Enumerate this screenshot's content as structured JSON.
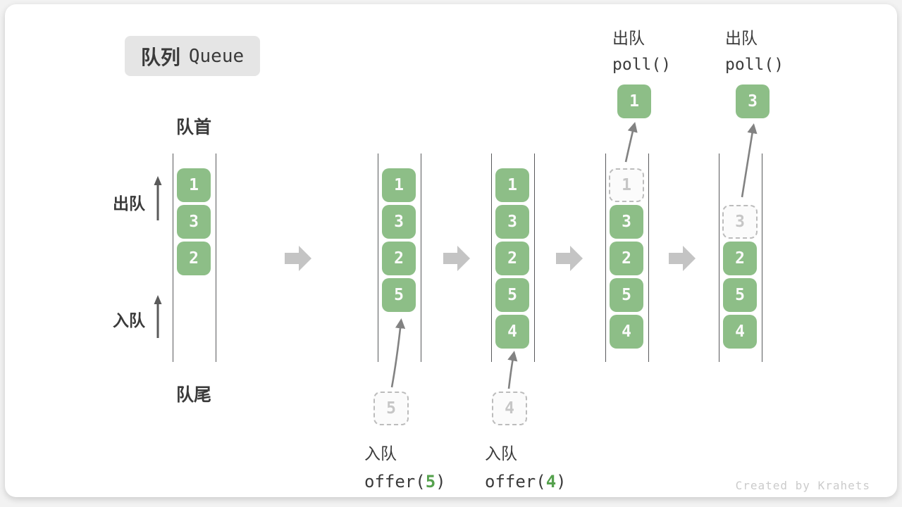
{
  "title": {
    "badge_zh": "队列",
    "badge_en": "Queue"
  },
  "side_labels": {
    "front": "队首",
    "rear": "队尾",
    "dequeue": "出队",
    "enqueue": "入队"
  },
  "watermark": "Created by Krahets",
  "colors": {
    "box_green": "#8dbe87",
    "box_text": "#fbfbfb",
    "code_accent_green": "#55a14d",
    "ghost_gray": "#c6c6c6",
    "dashed_border": "#bcbcbc",
    "flow_arrow_gray": "#c4c4c4",
    "line_gray": "#58595b",
    "text_dark": "#3b3b3b",
    "badge_bg": "#e5e5e5",
    "watermark_gray": "#cbcbcb"
  },
  "queues": [
    {
      "id": "state-initial",
      "slots": [
        {
          "type": "filled",
          "value": "1"
        },
        {
          "type": "filled",
          "value": "3"
        },
        {
          "type": "filled",
          "value": "2"
        }
      ]
    },
    {
      "id": "state-after-offer-5",
      "slots": [
        {
          "type": "filled",
          "value": "1"
        },
        {
          "type": "filled",
          "value": "3"
        },
        {
          "type": "filled",
          "value": "2"
        },
        {
          "type": "filled",
          "value": "5"
        }
      ],
      "pending": {
        "value": "5"
      },
      "op": {
        "label": "入队",
        "code_prefix": "offer(",
        "code_arg": "5",
        "code_suffix": ")"
      }
    },
    {
      "id": "state-after-offer-4",
      "slots": [
        {
          "type": "filled",
          "value": "1"
        },
        {
          "type": "filled",
          "value": "3"
        },
        {
          "type": "filled",
          "value": "2"
        },
        {
          "type": "filled",
          "value": "5"
        },
        {
          "type": "filled",
          "value": "4"
        }
      ],
      "pending": {
        "value": "4"
      },
      "op": {
        "label": "入队",
        "code_prefix": "offer(",
        "code_arg": "4",
        "code_suffix": ")"
      }
    },
    {
      "id": "state-after-poll-1",
      "slots": [
        {
          "type": "ghost",
          "value": "1"
        },
        {
          "type": "filled",
          "value": "3"
        },
        {
          "type": "filled",
          "value": "2"
        },
        {
          "type": "filled",
          "value": "5"
        },
        {
          "type": "filled",
          "value": "4"
        }
      ],
      "popped": {
        "value": "1"
      },
      "op": {
        "label": "出队",
        "code": "poll()"
      }
    },
    {
      "id": "state-after-poll-3",
      "slots": [
        {
          "type": "empty",
          "value": ""
        },
        {
          "type": "ghost",
          "value": "3"
        },
        {
          "type": "filled",
          "value": "2"
        },
        {
          "type": "filled",
          "value": "5"
        },
        {
          "type": "filled",
          "value": "4"
        }
      ],
      "popped": {
        "value": "3"
      },
      "op": {
        "label": "出队",
        "code": "poll()"
      }
    }
  ]
}
